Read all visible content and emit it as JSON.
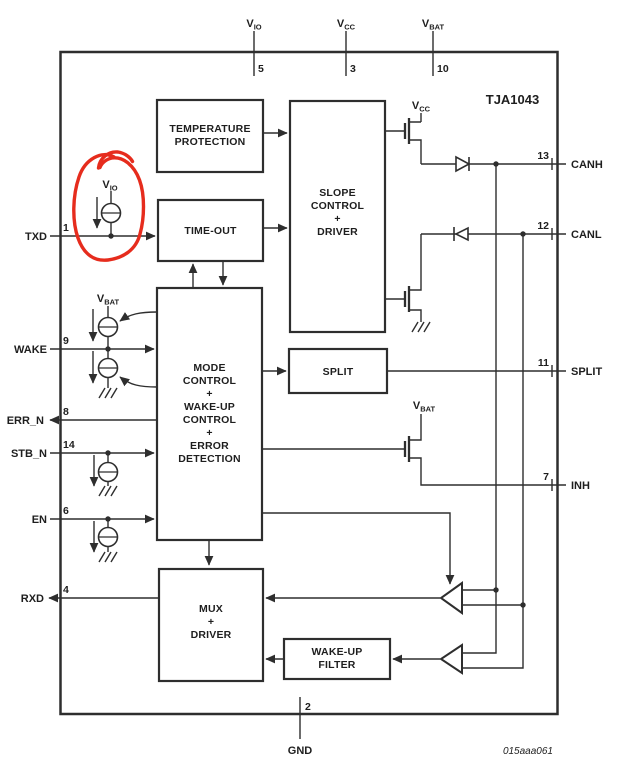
{
  "title": "TJA1043",
  "figure_id": "015aaa061",
  "colors": {
    "line": "#2e2e2e",
    "annotation": "#e62c1d",
    "background": "#ffffff"
  },
  "supply_pins": [
    {
      "name": "V",
      "sub": "IO",
      "number": "5"
    },
    {
      "name": "V",
      "sub": "CC",
      "number": "3"
    },
    {
      "name": "V",
      "sub": "BAT",
      "number": "10"
    }
  ],
  "left_pins": [
    {
      "label": "TXD",
      "number": "1"
    },
    {
      "label": "WAKE",
      "number": "9"
    },
    {
      "label": "ERR_N",
      "number": "8"
    },
    {
      "label": "STB_N",
      "number": "14"
    },
    {
      "label": "EN",
      "number": "6"
    },
    {
      "label": "RXD",
      "number": "4"
    }
  ],
  "right_pins": [
    {
      "label": "CANH",
      "number": "13"
    },
    {
      "label": "CANL",
      "number": "12"
    },
    {
      "label": "SPLIT",
      "number": "11"
    },
    {
      "label": "INH",
      "number": "7"
    }
  ],
  "ground_pin": {
    "label": "GND",
    "number": "2"
  },
  "blocks": {
    "temperature_protection": [
      "TEMPERATURE",
      "PROTECTION"
    ],
    "time_out": [
      "TIME-OUT"
    ],
    "slope_control": [
      "SLOPE",
      "CONTROL",
      "+",
      "DRIVER"
    ],
    "mode_control": [
      "MODE",
      "CONTROL",
      "+",
      "WAKE-UP",
      "CONTROL",
      "+",
      "ERROR",
      "DETECTION"
    ],
    "split": [
      "SPLIT"
    ],
    "mux_driver": [
      "MUX",
      "+",
      "DRIVER"
    ],
    "wake_up_filter": [
      "WAKE-UP",
      "FILTER"
    ]
  },
  "internal_labels": {
    "vcc_driver": {
      "name": "V",
      "sub": "CC"
    },
    "vbat_wake": {
      "name": "V",
      "sub": "BAT"
    },
    "vbat_inh": {
      "name": "V",
      "sub": "BAT"
    },
    "vio_txd": {
      "name": "V",
      "sub": "IO"
    }
  }
}
